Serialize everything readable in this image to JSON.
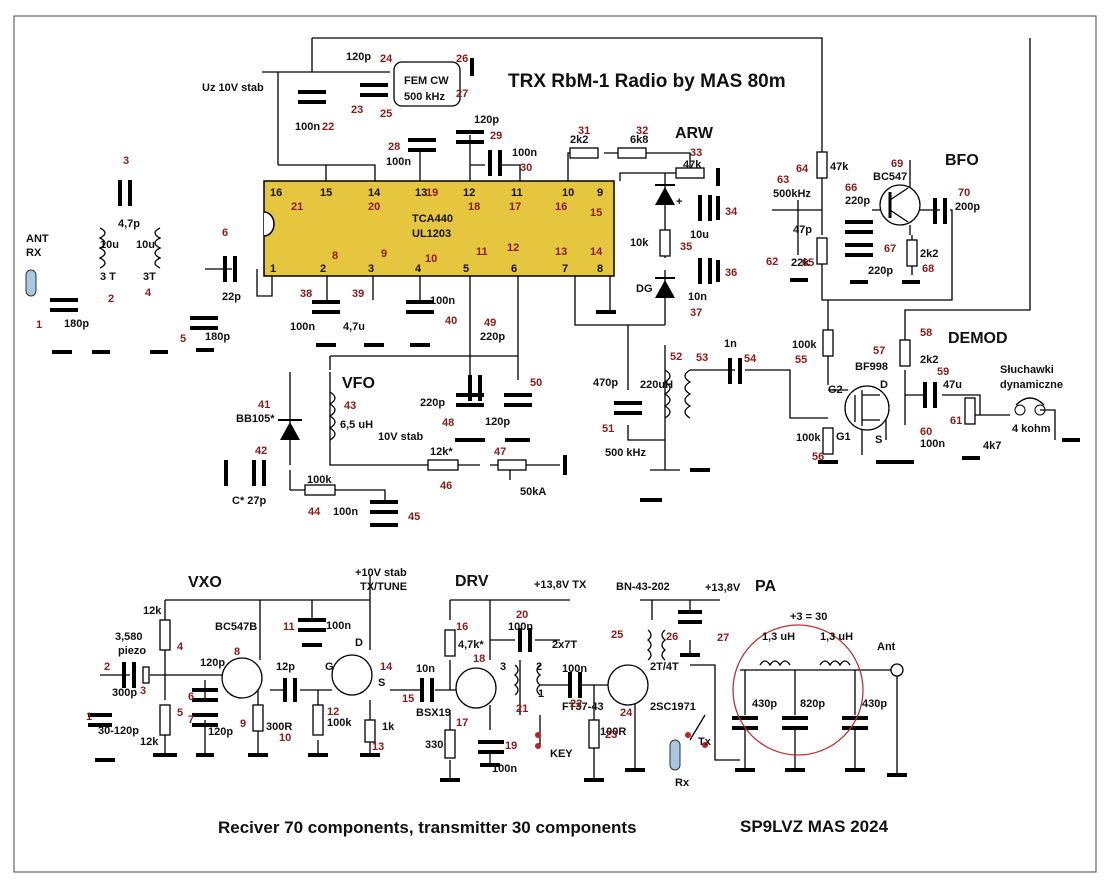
{
  "title": "TRX  RbM-1 Radio by MAS 80m",
  "footer": {
    "note": "Reciver 70 components, transmitter 30 components",
    "author": "SP9LVZ MAS 2024"
  },
  "ic": {
    "name": "TCA440",
    "alt": "UL1203"
  },
  "sections": [
    "ARW",
    "BFO",
    "VFO",
    "DEMOD",
    "VXO",
    "DRV",
    "PA"
  ],
  "pin_top": [
    "16",
    "15",
    "14",
    "13",
    "12",
    "11",
    "10",
    "9"
  ],
  "pin_bottom": [
    "1",
    "2",
    "3",
    "4",
    "5",
    "6",
    "7",
    "8"
  ],
  "labels": [
    "Uz 10V stab",
    "120p",
    "FEM  CW",
    "500 kHz",
    "100n",
    "120p",
    "100n",
    "100n",
    "2k2",
    "6k8",
    "47k",
    "4,7p",
    "10u",
    "10u",
    "3 T",
    "3T",
    "22p",
    "180p",
    "180p",
    "ANT",
    "RX",
    "100n",
    "4,7u",
    "100n",
    "220p",
    "220p",
    "120p",
    "6,5 uH",
    "BB105*",
    "C*  27p",
    "100k",
    "100n",
    "10V stab",
    "12k*",
    "50kA",
    "10u",
    "10k",
    "10n",
    "DG",
    "470p",
    "220uH",
    "500 kHz",
    "1n",
    "47k",
    "500kHz",
    "47p",
    "22k",
    "BC547",
    "220p",
    "220p",
    "2k2",
    "200p",
    "100k",
    "BF998",
    "2k2",
    "47u",
    "Słuchawki",
    "dynamiczne",
    "4 kohm",
    "100k",
    "100n",
    "4k7",
    "G2",
    "G1",
    "D",
    "S",
    "+",
    "+10V stab",
    "TX/TUNE",
    "+13,8V TX",
    "BN-43-202",
    "+13,8V",
    "12k",
    "3,580",
    "piezo",
    "BC547B",
    "100n",
    "120p",
    "12p",
    "G",
    "D",
    "S",
    "300p",
    "30-120p",
    "12k",
    "120p",
    "300R",
    "100k",
    "1k",
    "10n",
    "4,7k*",
    "100n",
    "2x7T",
    "3",
    "2",
    "1",
    "FT37-43",
    "100n",
    "100R",
    "BSX19",
    "330",
    "100n",
    "KEY",
    "2T/4T",
    "2SC1971",
    "Tx",
    "Rx",
    "+3 =  30",
    "1,3 uH",
    "1,3 uH",
    "430p",
    "820p",
    "430p",
    "Ant"
  ],
  "numbers": [
    "24",
    "26",
    "23",
    "25",
    "27",
    "22",
    "28",
    "29",
    "30",
    "31",
    "32",
    "33",
    "34",
    "35",
    "36",
    "37",
    "3",
    "6",
    "2",
    "4",
    "1",
    "5",
    "38",
    "39",
    "40",
    "49",
    "50",
    "41",
    "43",
    "42",
    "44",
    "45",
    "46",
    "47",
    "48",
    "51",
    "52",
    "53",
    "54",
    "55",
    "56",
    "57",
    "58",
    "59",
    "60",
    "61",
    "62",
    "63",
    "64",
    "65",
    "66",
    "67",
    "68",
    "69",
    "70",
    "21",
    "8",
    "9",
    "10",
    "11",
    "12",
    "13",
    "14",
    "20",
    "19",
    "18",
    "17",
    "16",
    "15",
    "2",
    "3",
    "1",
    "4",
    "5",
    "6",
    "7",
    "8",
    "9",
    "10",
    "11",
    "12",
    "13",
    "14",
    "15",
    "16",
    "17",
    "18",
    "19",
    "20",
    "21",
    "22",
    "23",
    "24",
    "25",
    "26",
    "27"
  ]
}
